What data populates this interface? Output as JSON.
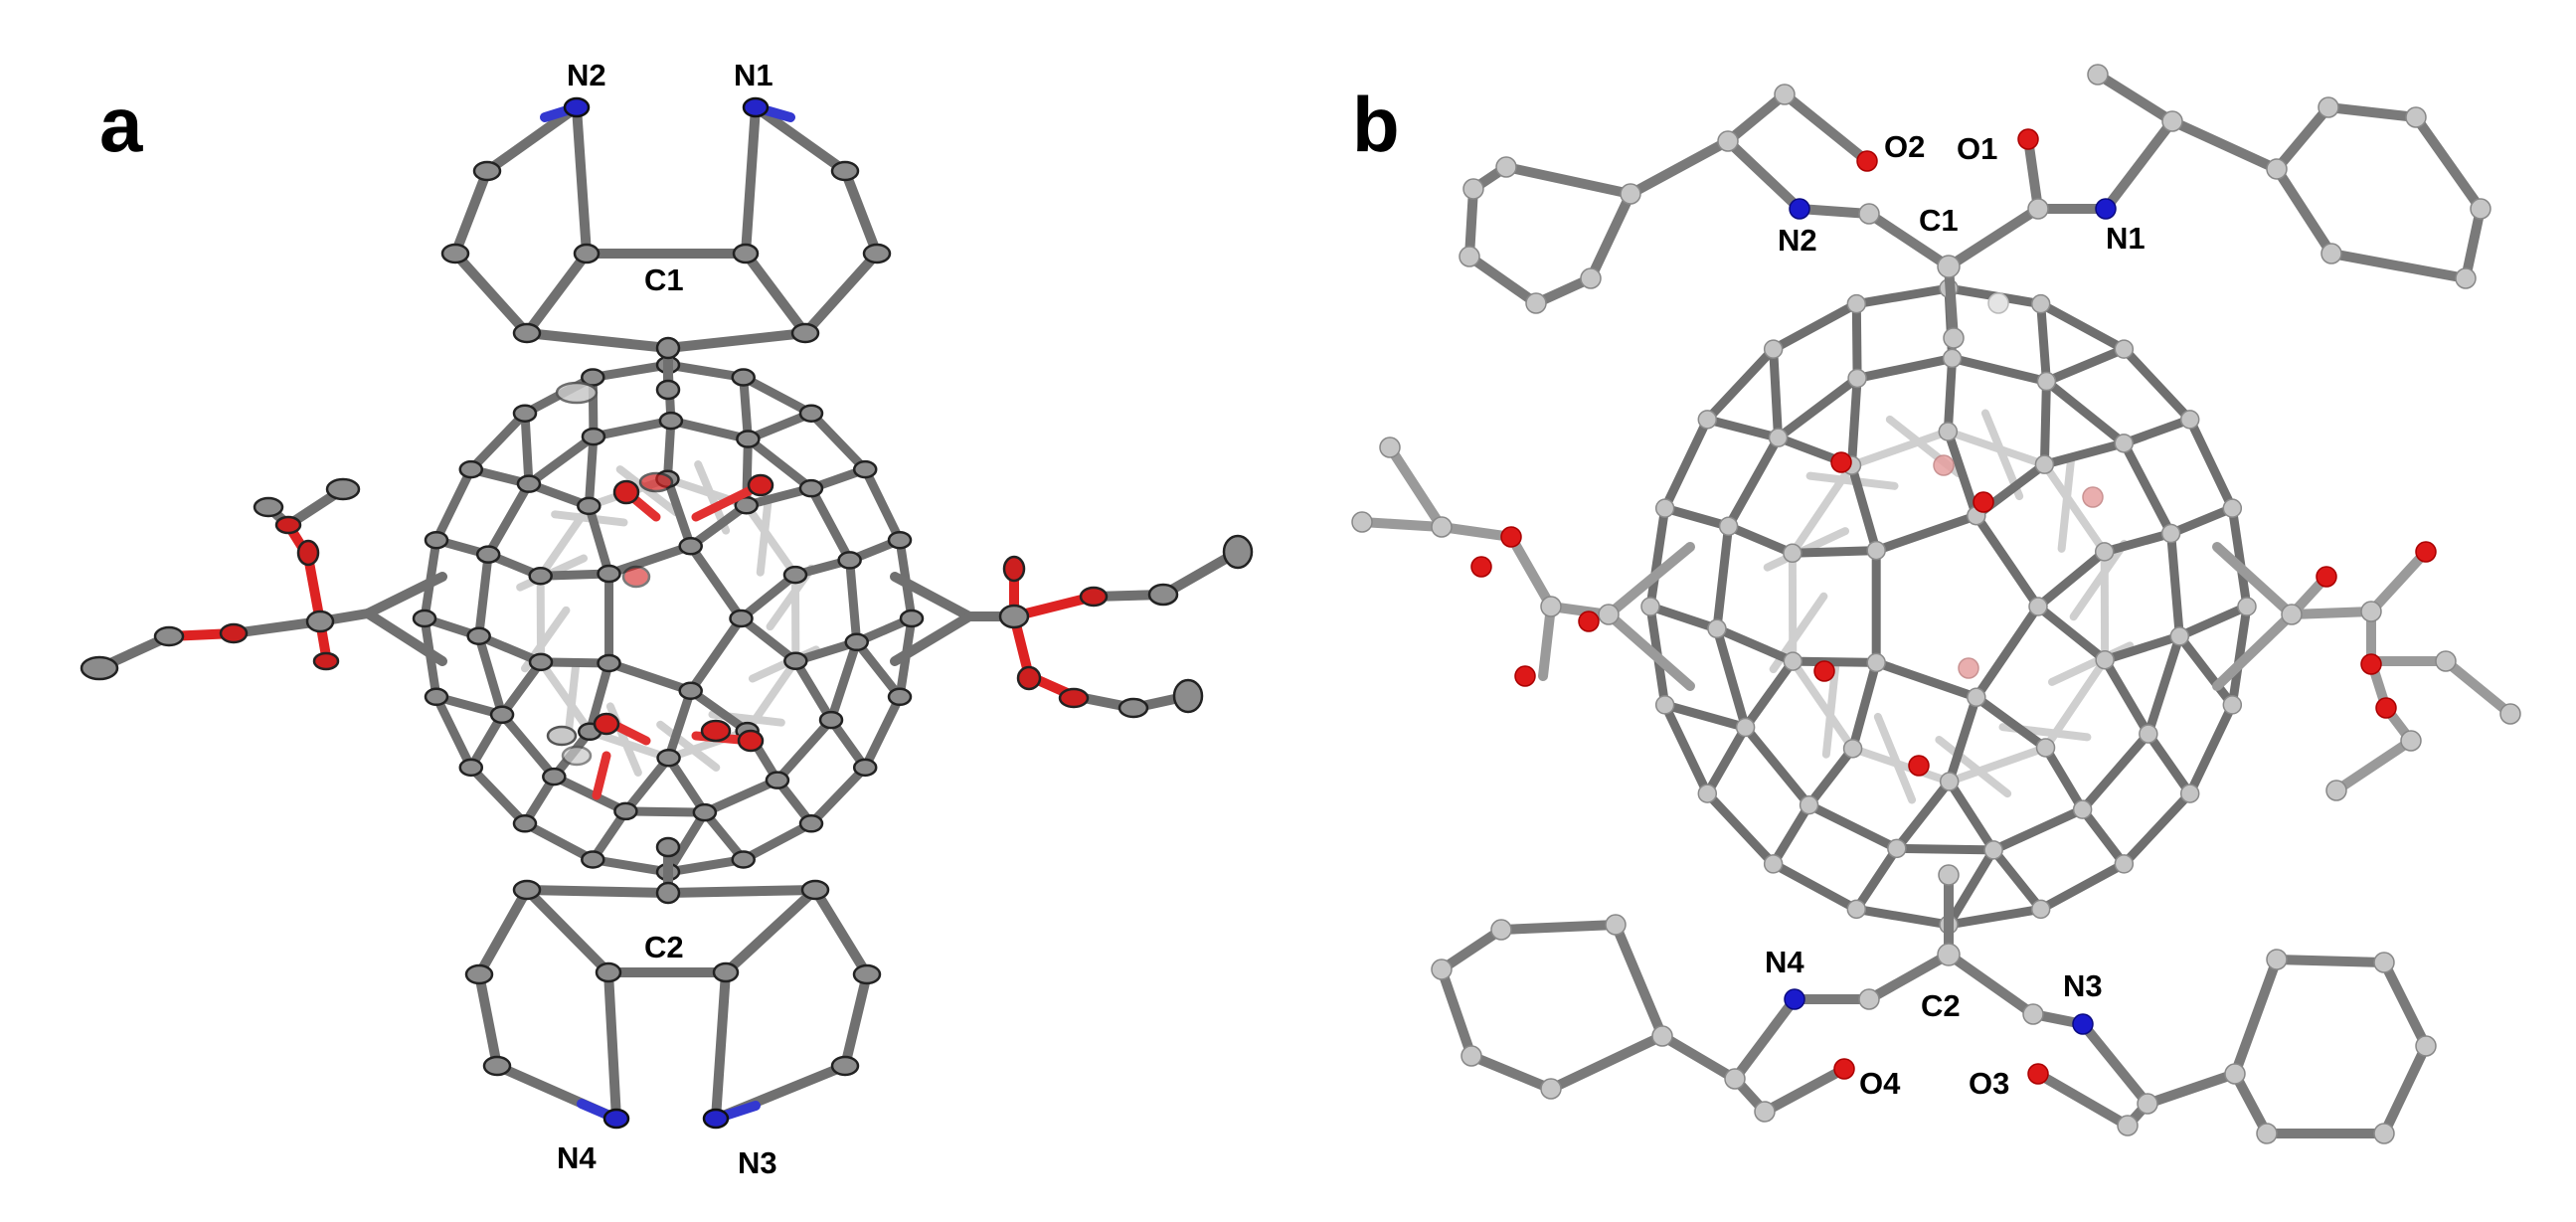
{
  "panels": [
    {
      "letter": "a",
      "labels": {
        "N1": "N1",
        "N2": "N2",
        "C1": "C1",
        "C2": "C2",
        "N3": "N3",
        "N4": "N4"
      }
    },
    {
      "letter": "b",
      "labels": {
        "O1": "O1",
        "O2": "O2",
        "N1": "N1",
        "N2": "N2",
        "C1": "C1",
        "C2": "C2",
        "N3": "N3",
        "N4": "N4",
        "O3": "O3",
        "O4": "O4"
      }
    }
  ],
  "colors": {
    "carbon_dark": "#8c8c8c",
    "carbon_light": "#c4c4c4",
    "bond_dark": "#6f6f6f",
    "bond_light": "#b4b4b4",
    "nitrogen": "#1a1acc",
    "oxygen": "#dd1111",
    "outline": "#222222"
  },
  "style": {
    "panel_a": "thermal-ellipsoid",
    "panel_b": "ball-and-stick"
  }
}
